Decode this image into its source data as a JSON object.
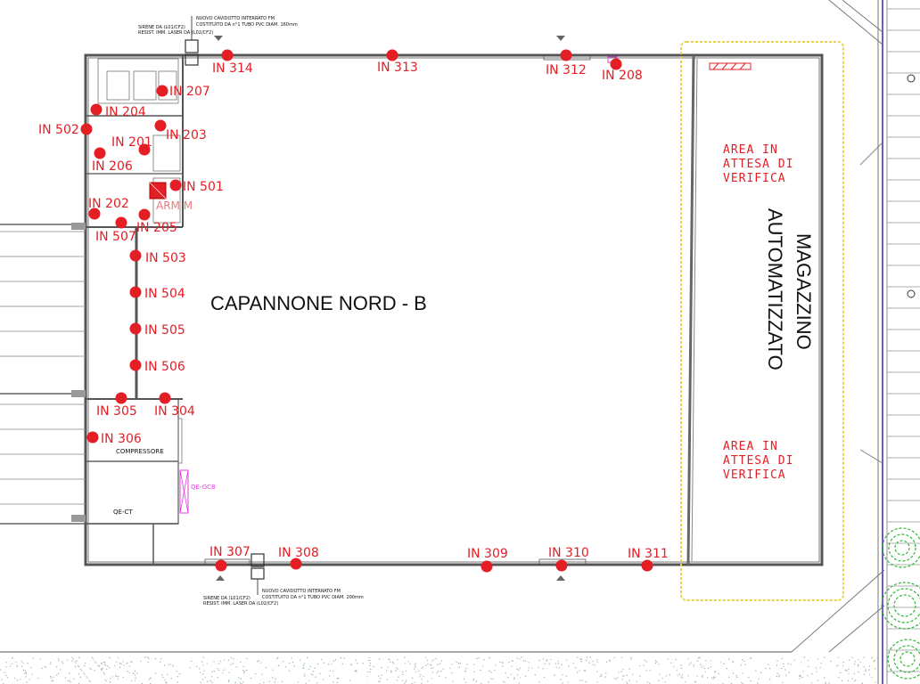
{
  "building_name": "CAPANNONE NORD - B",
  "warehouse_label": [
    "MAGAZZINO",
    "AUTOMATIZZATO"
  ],
  "area_labels": [
    {
      "lines": [
        "AREA IN",
        "ATTESA DI",
        "VERIFICA"
      ]
    },
    {
      "lines": [
        "AREA IN",
        "ATTESA DI",
        "VERIFICA"
      ]
    }
  ],
  "room_labels": {
    "compressor": "COMPRESSORE",
    "qe_ct": "QE-CT",
    "qe_gcb": "QE-GCB",
    "arm": "ARM M"
  },
  "top_note": [
    "SIRENE DA (L01/CF2)",
    "NUOVO CAVIDOTTO INTERRATO FM",
    "COSTITUITO DA n°1 TUBO PVC DIAM. 160mm",
    "RESIST. IMM. LASER DA (L02/CF2)"
  ],
  "bottom_note": [
    "SIRENE DA (L01/CF2)",
    "NUOVO CAVIDOTTO INTERRATO FM",
    "COSTITUITO DA n°1 TUBO PVC DIAM. 200mm",
    "RESIST. IMM. LASER DA (L02/CF2)"
  ],
  "colors": {
    "marker": "#e31e24",
    "area_border": "#e6d34a",
    "magenta": "#e040e0",
    "tree": "#2db82d"
  },
  "markers": [
    "IN 314",
    "IN 313",
    "IN 312",
    "IN 208",
    "IN 207",
    "IN 204",
    "IN 502",
    "IN 203",
    "IN 201",
    "IN 206",
    "IN 501",
    "IN 202",
    "IN 507",
    "IN 205",
    "IN 503",
    "IN 504",
    "IN 505",
    "IN 506",
    "IN 305",
    "IN 304",
    "IN 306",
    "IN 307",
    "IN 308",
    "IN 309",
    "IN 310",
    "IN 311"
  ]
}
